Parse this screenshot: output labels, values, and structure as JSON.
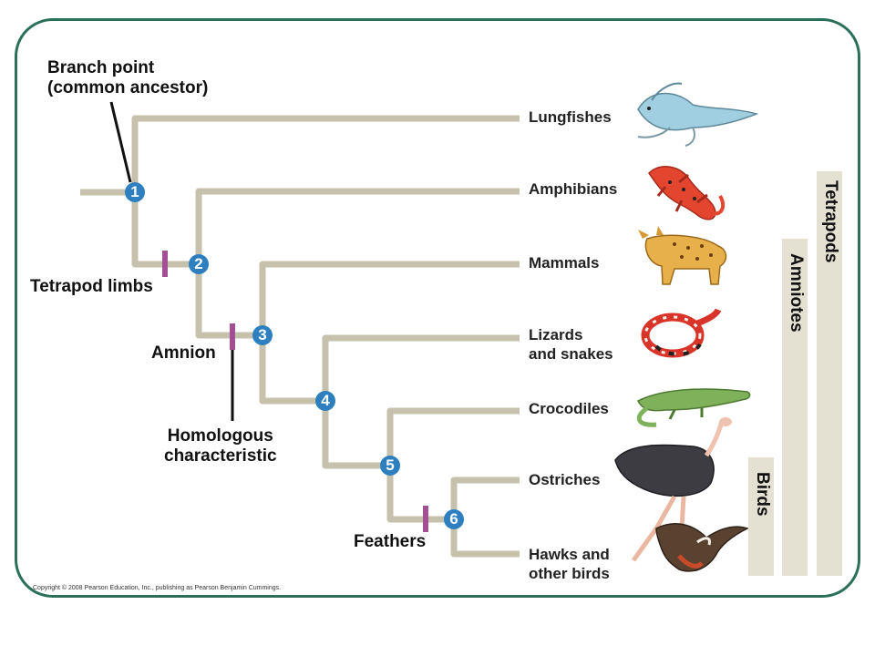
{
  "callouts": {
    "branch_point_line1": "Branch point",
    "branch_point_line2": "(common ancestor)",
    "tetrapod_limbs": "Tetrapod limbs",
    "amnion": "Amnion",
    "homologous_line1": "Homologous",
    "homologous_line2": "characteristic",
    "feathers": "Feathers"
  },
  "taxa": {
    "lungfishes": "Lungfishes",
    "amphibians": "Amphibians",
    "mammals": "Mammals",
    "lizards_line1": "Lizards",
    "lizards_line2": "and snakes",
    "crocodiles": "Crocodiles",
    "ostriches": "Ostriches",
    "hawks_line1": "Hawks and",
    "hawks_line2": "other birds"
  },
  "nodes": [
    "1",
    "2",
    "3",
    "4",
    "5",
    "6"
  ],
  "groups": {
    "tetrapods": "Tetrapods",
    "amniotes": "Amniotes",
    "birds": "Birds"
  },
  "copyright": "Copyright © 2008 Pearson Education, Inc., publishing as Pearson Benjamin Cummings.",
  "colors": {
    "frame": "#2b6f5b",
    "branch": "#c5c1ad",
    "node": "#2e7fc0",
    "marker": "#a34f93",
    "group_bar": "#e4e1d2"
  },
  "icons": [
    "lungfish-icon",
    "salamander-icon",
    "bobcat-icon",
    "snake-icon",
    "crocodile-icon",
    "ostrich-icon",
    "hawk-icon"
  ]
}
